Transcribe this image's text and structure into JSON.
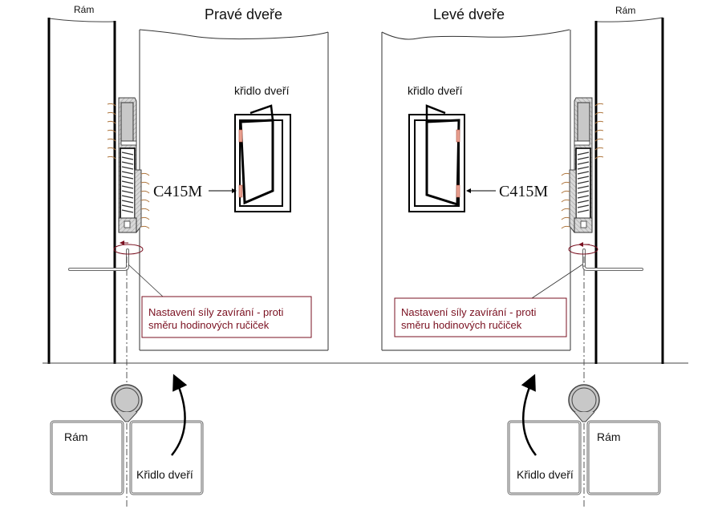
{
  "diagram": {
    "left_panel": {
      "title": "Pravé dveře",
      "frame_label": "Rám",
      "sash_label": "křidlo dveří",
      "model_label": "C415M",
      "note_line1": "Nastavení síly zavírání - proti",
      "note_line2": "směru hodinových ručiček",
      "bottom_frame_label": "Rám",
      "bottom_sash_label": "Křidlo dveří"
    },
    "right_panel": {
      "title": "Levé dveře",
      "frame_label": "Rám",
      "sash_label": "křidlo dveří",
      "model_label": "C415M",
      "note_line1": "Nastavení síly zavírání - proti",
      "note_line2": "směru hodinových ručiček",
      "bottom_frame_label": "Rám",
      "bottom_sash_label": "Křidlo dveří"
    },
    "colors": {
      "line": "#000000",
      "note_text": "#7a1020",
      "note_border": "#7a1020",
      "hinge_fill": "#c0c0c0",
      "screw": "#b07840",
      "hinge_marker": "#e8a090"
    }
  }
}
